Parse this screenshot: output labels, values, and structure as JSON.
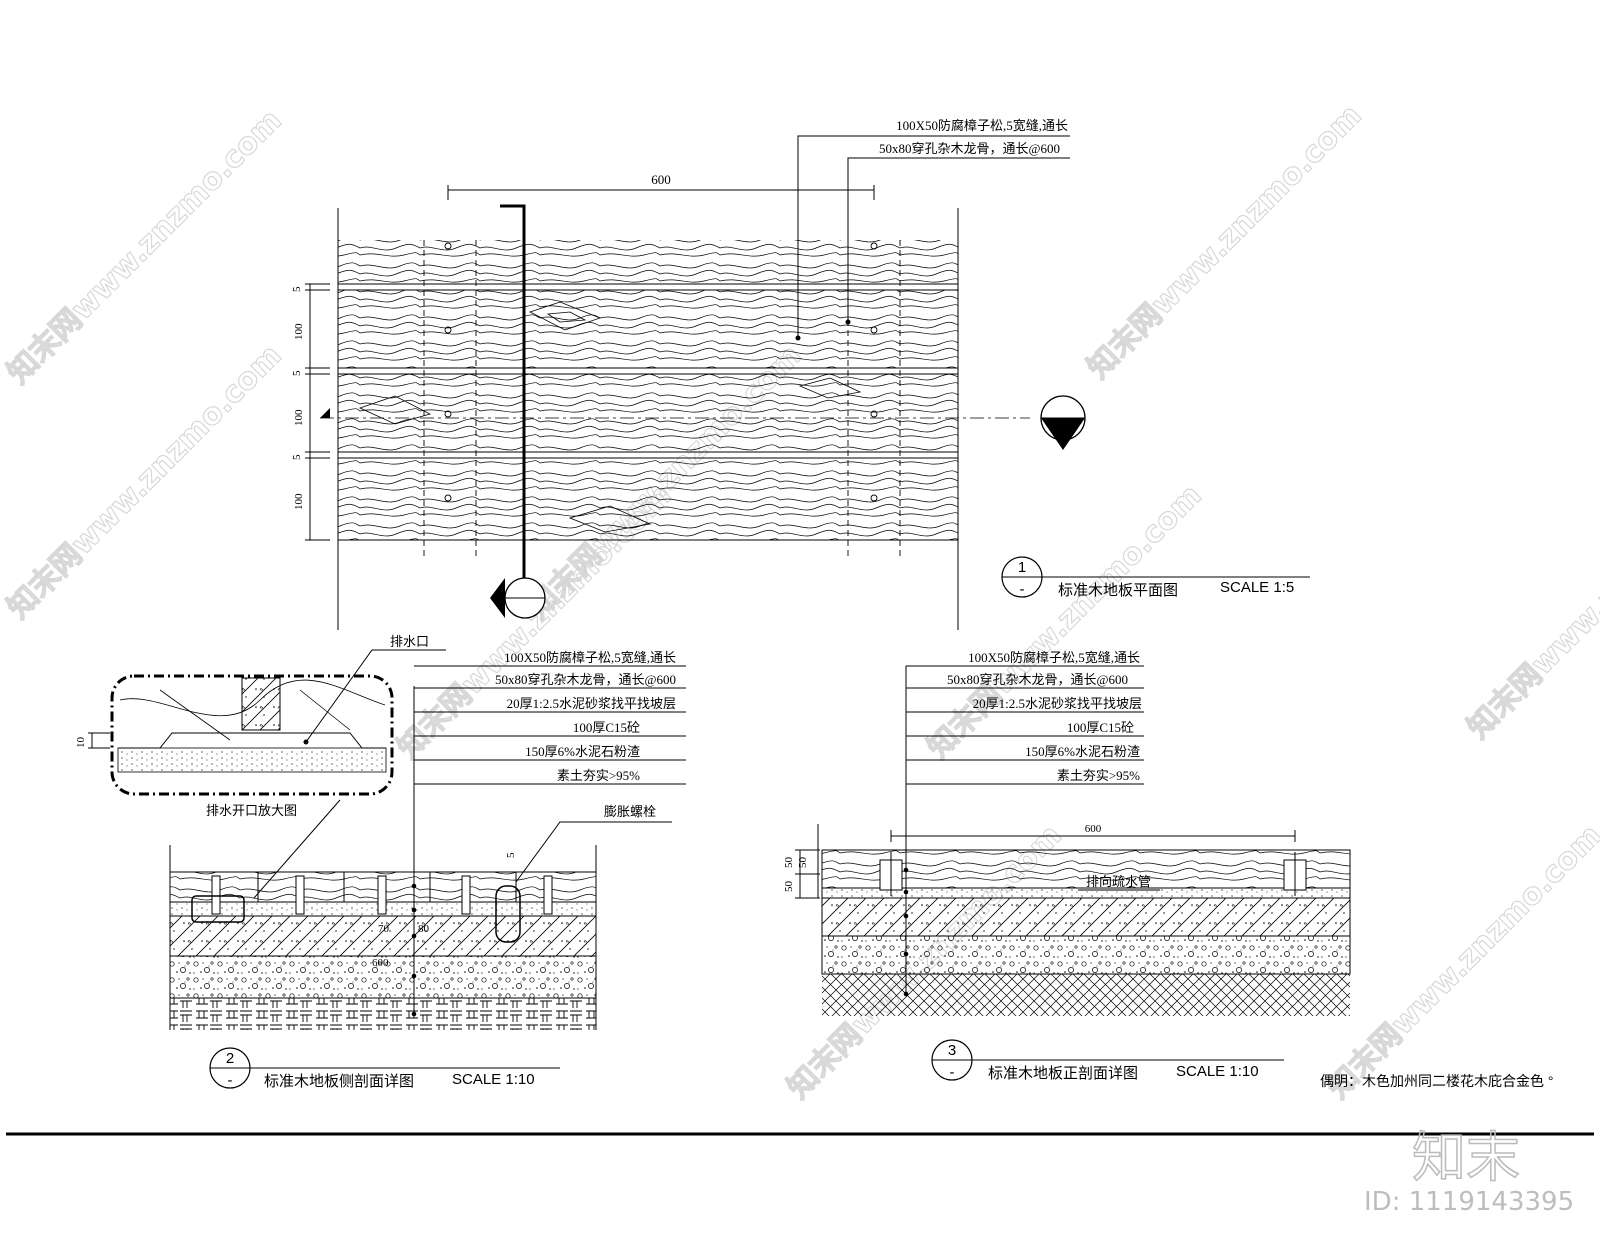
{
  "plan": {
    "dim_width": "600",
    "dim_5": "5",
    "dim_100": "100",
    "callouts": [
      "100X50防腐樟子松,5宽缝,通长",
      "50x80穿孔杂木龙骨，通长@600"
    ],
    "marker_number": "1",
    "marker_dash": "-",
    "title": "标准木地板平面图",
    "scale": "SCALE   1:5"
  },
  "section_side": {
    "callouts": [
      "100X50防腐樟子松,5宽缝,通长",
      "50x80穿孔杂木龙骨，通长@600",
      "20厚1:2.5水泥砂浆找平找坡层",
      "100厚C15砼",
      "150厚6%水泥石粉渣",
      "素土夯实>95%"
    ],
    "drain_label": "排水口",
    "detail_caption": "排水开口放大图",
    "detail_dim": "10",
    "bolt_label": "膨胀螺栓",
    "dim_5": "5",
    "dim_70": "70",
    "dim_80": "80",
    "dim_600": "600",
    "marker_number": "2",
    "marker_dash": "-",
    "title": "标准木地板侧剖面详图",
    "scale": "SCALE   1:10"
  },
  "section_front": {
    "callouts": [
      "100X50防腐樟子松,5宽缝,通长",
      "50x80穿孔杂木龙骨，通长@600",
      "20厚1:2.5水泥砂浆找平找坡层",
      "100厚C15砼",
      "150厚6%水泥石粉渣",
      "素土夯实>95%"
    ],
    "dim_600": "600",
    "dim_50a": "50",
    "dim_50b": "50",
    "dim_50c": "50",
    "pipe_label": "排向疏水管",
    "marker_number": "3",
    "marker_dash": "-",
    "title": "标准木地板正剖面详图",
    "scale": "SCALE   1:10"
  },
  "note": "偶明：木色加州同二楼花木庇合金色 °",
  "watermark": {
    "text": "知末网www.znzmo.com",
    "brand": "知末",
    "id": "ID: 1119143395"
  }
}
